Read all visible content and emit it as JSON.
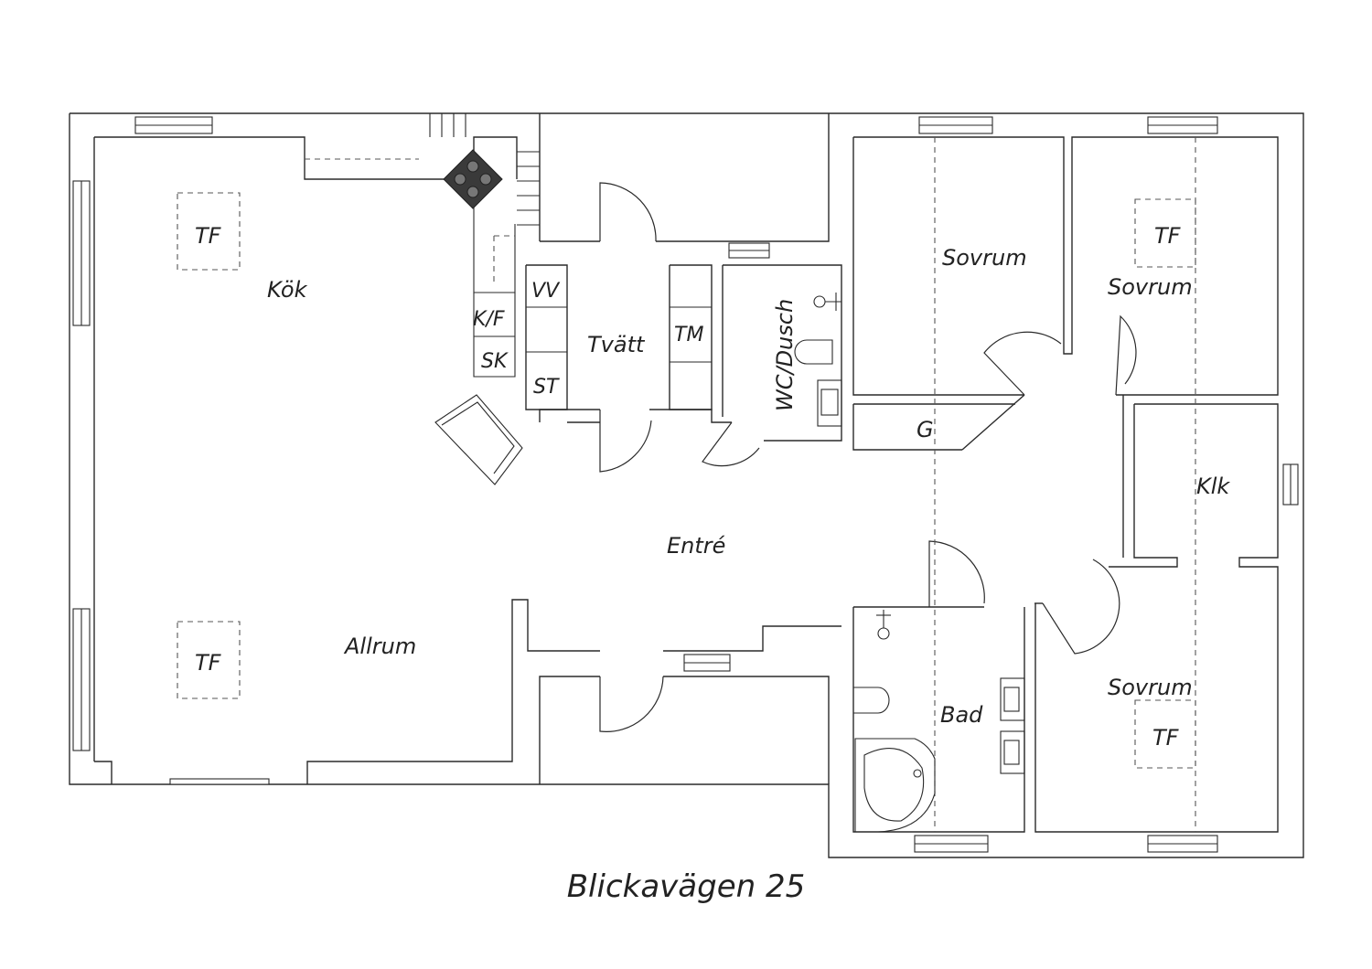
{
  "rooms": {
    "kok": "Kök",
    "allrum": "Allrum",
    "entre": "Entré",
    "tvatt": "Tvätt",
    "wc": "WC/Dusch",
    "sovrum1": "Sovrum",
    "sovrum2": "Sovrum",
    "sovrum3": "Sovrum",
    "g": "G",
    "klk": "Klk",
    "bad": "Bad"
  },
  "fixtures": {
    "tf_kok": "TF",
    "tf_allrum": "TF",
    "tf_sovrum2": "TF",
    "tf_sovrum3": "TF",
    "kf": "K/F",
    "sk": "SK",
    "vv": "VV",
    "st": "ST",
    "tm": "TM"
  },
  "caption": "Blickavägen 25",
  "colors": {
    "line": "#2a2a2a",
    "stove": "#3a3a3a"
  }
}
